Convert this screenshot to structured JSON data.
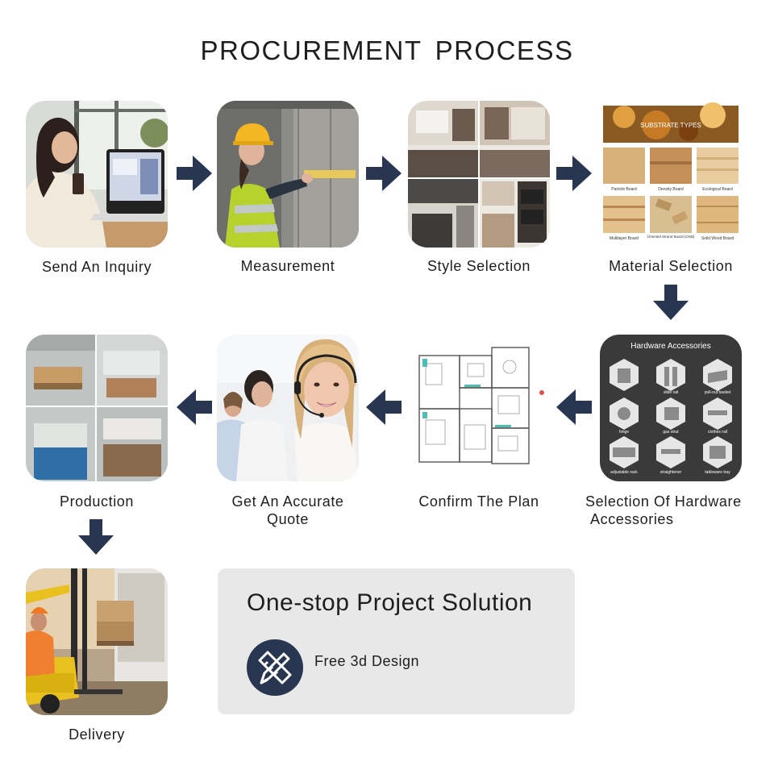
{
  "title": "PROCUREMENT PROCESS",
  "colors": {
    "arrow": "#283652",
    "panel_bg": "#e8e8e8",
    "icon_bg": "#283652"
  },
  "steps": [
    {
      "label": "Send An Inquiry",
      "image": "woman-at-laptop-photo"
    },
    {
      "label": "Measurement",
      "image": "worker-measuring-wall-photo"
    },
    {
      "label": "Style Selection",
      "image": "kitchen-styles-photo"
    },
    {
      "label": "Material Selection",
      "image": "substrate-boards-photo"
    },
    {
      "label": "Selection Of Hardware",
      "label_line2": "Accessories",
      "image": "hardware-accessories-photo"
    },
    {
      "label": "Confirm The Plan",
      "image": "floor-plan-drawing"
    },
    {
      "label": "Get An Accurate Quote",
      "image": "call-center-photo"
    },
    {
      "label": "Production",
      "image": "factory-photo"
    },
    {
      "label": "Delivery",
      "image": "forklift-truck-photo"
    }
  ],
  "material": {
    "heading": "SUBSTRATE TYPES",
    "boards": [
      "Particle Board",
      "Density Board",
      "Ecological Board",
      "Multilayer Board",
      "Oriented Strand Board (OSB)",
      "Solid Wood Board"
    ]
  },
  "hardware": {
    "heading": "Hardware Accessories",
    "items": [
      "slide rail",
      "pull-out basket",
      "hinge",
      "gas strut",
      "clothes rail",
      "adjustable rack",
      "straightener",
      "tableware tray"
    ]
  },
  "panel": {
    "title": "One-stop Project Solution",
    "feature_label": "Free 3d Design",
    "feature_icon": "ruler-pencil-design-icon"
  }
}
